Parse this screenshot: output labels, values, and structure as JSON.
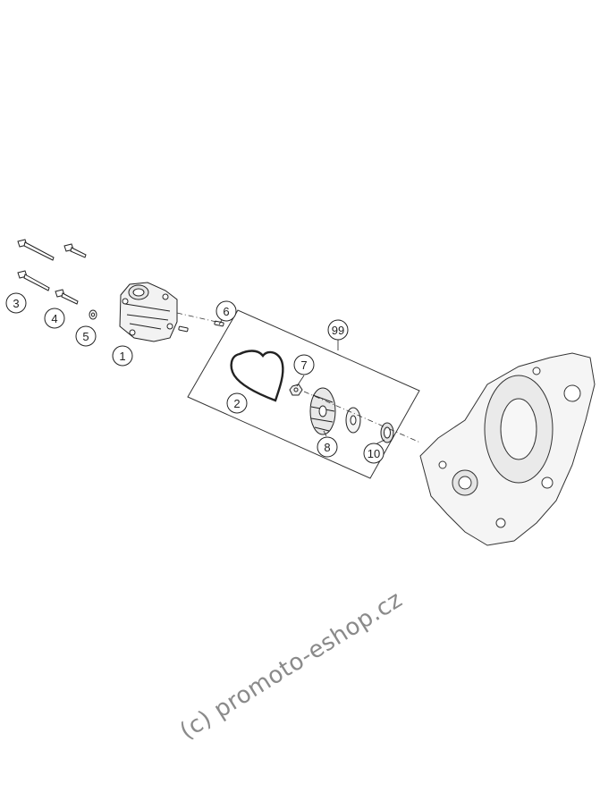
{
  "callouts": [
    {
      "id": "1",
      "label": "1"
    },
    {
      "id": "2",
      "label": "2"
    },
    {
      "id": "3",
      "label": "3"
    },
    {
      "id": "4",
      "label": "4"
    },
    {
      "id": "5",
      "label": "5"
    },
    {
      "id": "6",
      "label": "6"
    },
    {
      "id": "7",
      "label": "7"
    },
    {
      "id": "8",
      "label": "8"
    },
    {
      "id": "10",
      "label": "10"
    },
    {
      "id": "99",
      "label": "99"
    }
  ],
  "watermark": "(c) promoto-eshop.cz"
}
